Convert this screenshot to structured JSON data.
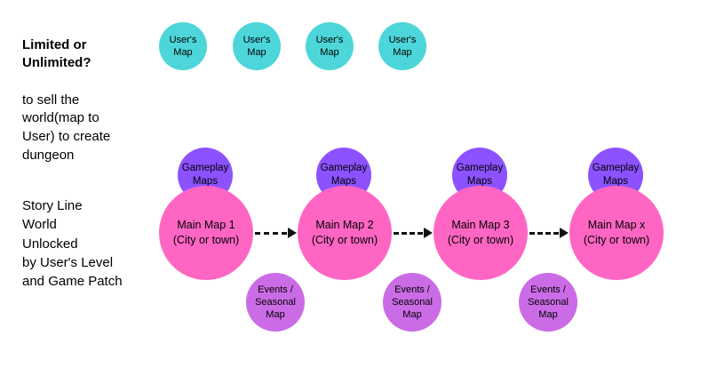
{
  "colors": {
    "user_map_circle": "#4dd6da",
    "main_map_circle": "#ff66c4",
    "gameplay_circle": "#8c52ff",
    "event_circle": "#cb6ce6",
    "arrow": "#111111",
    "text": "#000000",
    "background": "#ffffff"
  },
  "notes": {
    "limited": {
      "title": "Limited or\nUnlimited?",
      "body": "to sell the\nworld(map to\nUser) to create\ndungeon"
    },
    "story": "Story Line\nWorld\nUnlocked\nby User's Level\nand Game Patch"
  },
  "user_maps": [
    {
      "label": "User's\nMap"
    },
    {
      "label": "User's\nMap"
    },
    {
      "label": "User's\nMap"
    },
    {
      "label": "User's\nMap"
    }
  ],
  "main_maps": [
    {
      "label": "Main Map 1\n(City or town)",
      "gameplay_label": "Gameplay\nMaps"
    },
    {
      "label": "Main Map 2\n(City or town)",
      "gameplay_label": "Gameplay\nMaps"
    },
    {
      "label": "Main Map 3\n(City or town)",
      "gameplay_label": "Gameplay\nMaps"
    },
    {
      "label": "Main Map x\n(City or town)",
      "gameplay_label": "Gameplay\nMaps"
    }
  ],
  "event_maps": [
    {
      "label": "Events /\nSeasonal\nMap"
    },
    {
      "label": "Events /\nSeasonal\nMap"
    },
    {
      "label": "Events /\nSeasonal\nMap"
    }
  ]
}
